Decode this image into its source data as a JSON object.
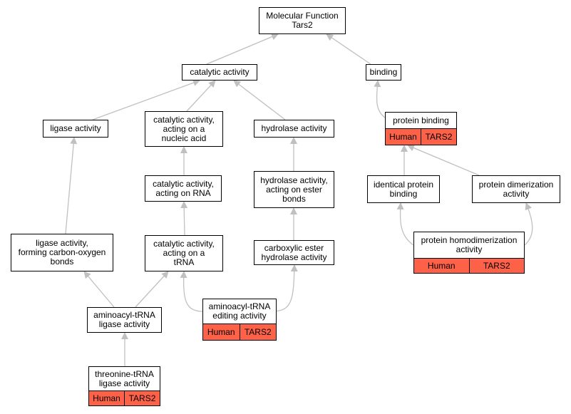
{
  "nodes": {
    "mf": {
      "label": "Molecular Function\nTars2"
    },
    "catalytic": {
      "label": "catalytic activity"
    },
    "binding": {
      "label": "binding"
    },
    "ligase": {
      "label": "ligase activity"
    },
    "cat_na": {
      "label": "catalytic activity,\nacting on a\nnucleic acid"
    },
    "hydrolase": {
      "label": "hydrolase activity"
    },
    "prot_bind": {
      "label": "protein binding"
    },
    "cat_rna": {
      "label": "catalytic activity,\nacting on RNA"
    },
    "hyd_ester": {
      "label": "hydrolase activity,\nacting on ester\nbonds"
    },
    "ident": {
      "label": "identical protein\nbinding"
    },
    "dimer": {
      "label": "protein dimerization\nactivity"
    },
    "lig_co": {
      "label": "ligase activity,\nforming carbon-oxygen\nbonds"
    },
    "cat_trna": {
      "label": "catalytic activity,\nacting on a\ntRNA"
    },
    "carbox": {
      "label": "carboxylic ester\nhydrolase activity"
    },
    "homodimer": {
      "label": "protein homodimerization\nactivity"
    },
    "aa_trna": {
      "label": "aminoacyl-tRNA\nligase activity"
    },
    "editing": {
      "label": "aminoacyl-tRNA\nediting activity"
    },
    "thr_trna": {
      "label": "threonine-tRNA\nligase activity"
    }
  },
  "annotation": {
    "species": "Human",
    "gene": "TARS2"
  },
  "colors": {
    "annotation_fill": "#fd6148",
    "edge": "#c0c0c0",
    "border": "#000000"
  }
}
